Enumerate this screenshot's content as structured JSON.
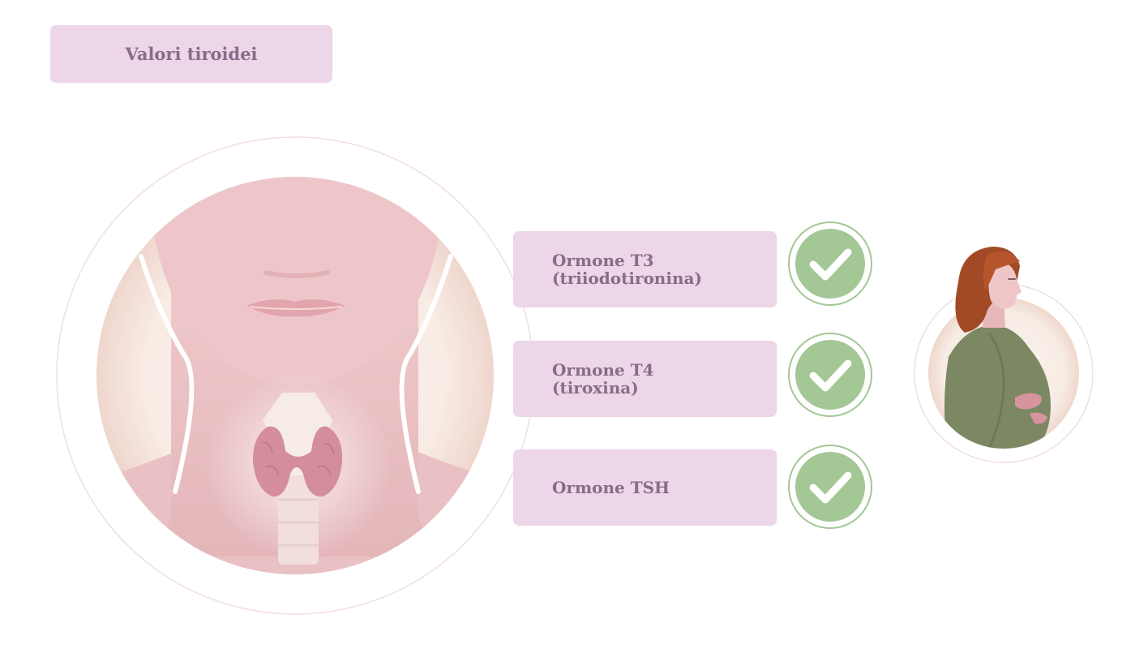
{
  "title": "Valori tiroidei",
  "hormones": [
    {
      "line1": "Ormone T3",
      "line2": "(triiodotironina)",
      "checked": true
    },
    {
      "line1": "Ormone T4",
      "line2": "(tiroxina)",
      "checked": true
    },
    {
      "line1": "Ormone TSH",
      "line2": "",
      "checked": true
    }
  ],
  "icons": {
    "illustration_left": "thyroid-neck-illustration",
    "illustration_right": "pregnant-woman-illustration",
    "check": "check-circle-icon"
  },
  "colors": {
    "label_bg": "#ecd6e8",
    "label_text": "#8a6b88",
    "check_fill": "#a3c795",
    "check_ring": "#a3c795",
    "skin": "#e8bcc0",
    "thyroid": "#d48e9b"
  }
}
